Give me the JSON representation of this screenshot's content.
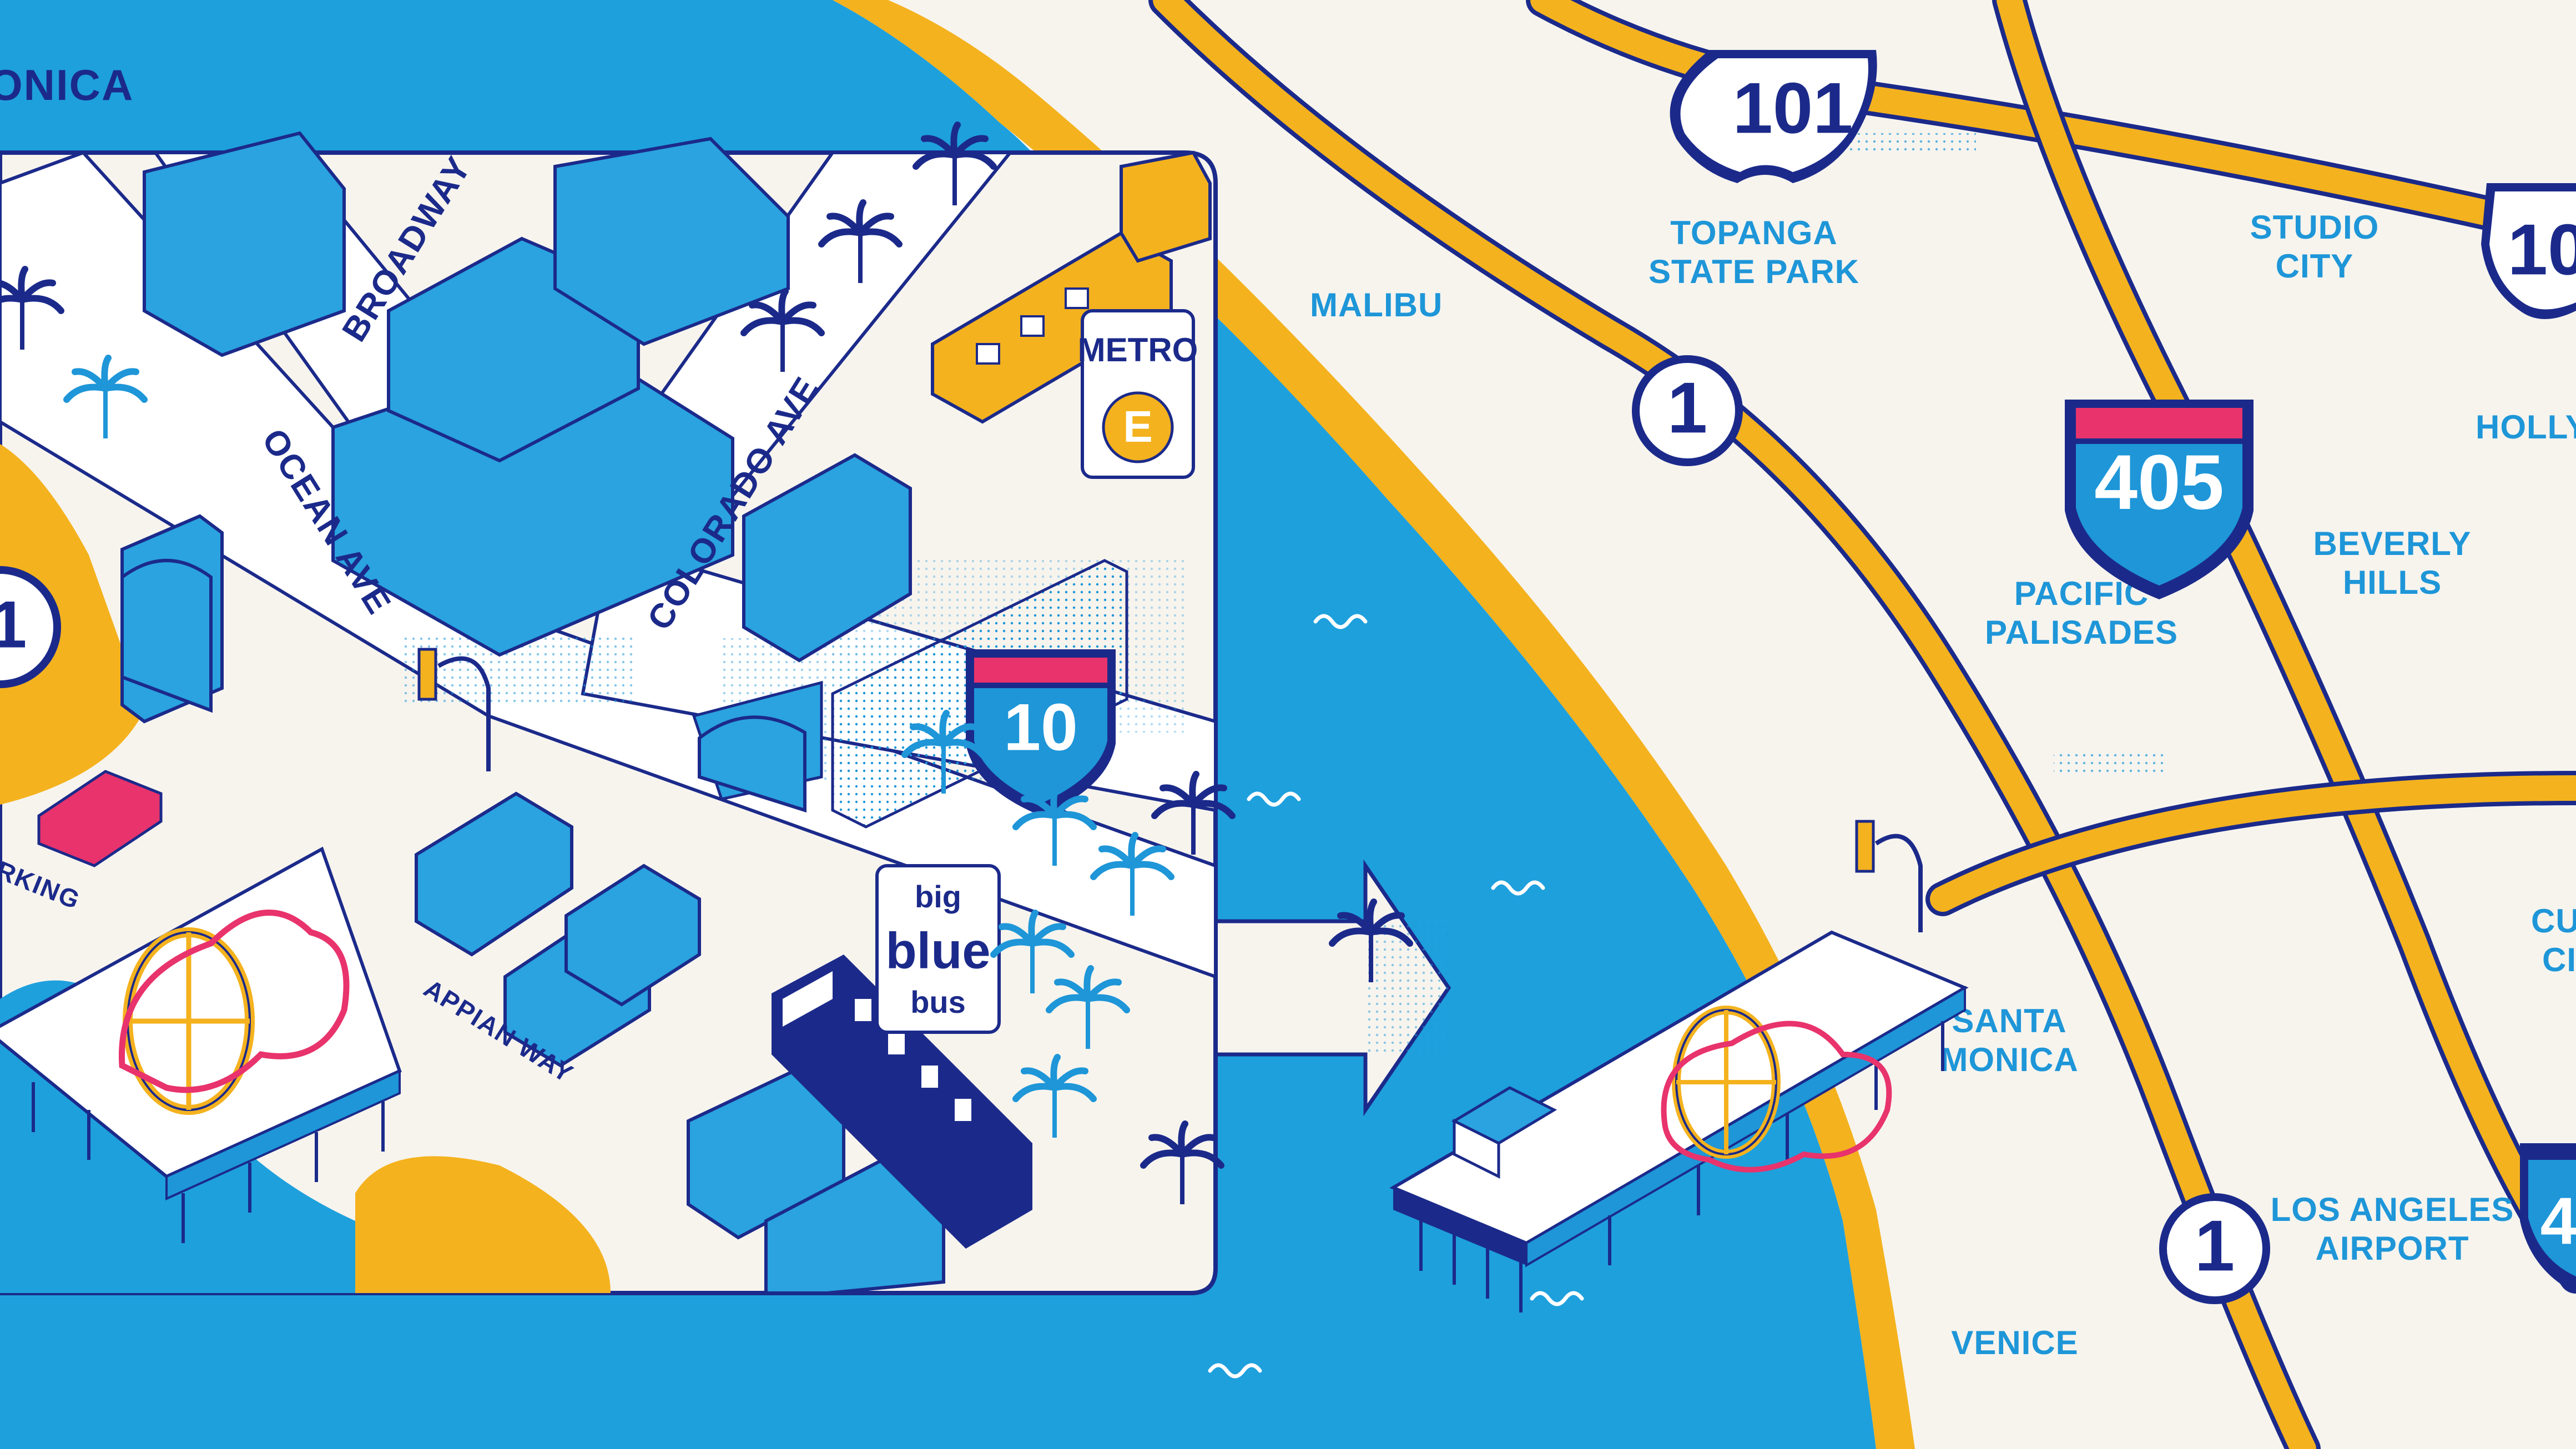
{
  "map": {
    "title_fragment": "ONICA",
    "colors": {
      "ocean": "#1ea0dd",
      "land": "#f7f4ee",
      "beach": "#f4b21e",
      "highway": "#f4b21e",
      "outline": "#1b2a8a",
      "building": "#2aa3e0",
      "accent_pink": "#e8336c",
      "label_blue": "#1e96d8"
    },
    "place_labels": {
      "malibu": "MALIBU",
      "topanga": [
        "TOPANGA",
        "STATE PARK"
      ],
      "studio_city": [
        "STUDIO",
        "CITY"
      ],
      "hollywood": "HOLLYW",
      "pacific_palisades": [
        "PACIFIC",
        "PALISADES"
      ],
      "beverly_hills": [
        "BEVERLY",
        "HILLS"
      ],
      "santa_monica": [
        "SANTA",
        "MONICA"
      ],
      "culver_city": [
        "CUL",
        "CI"
      ],
      "venice": "VENICE",
      "lax": [
        "LOS ANGELES",
        "AIRPORT"
      ]
    },
    "street_labels": {
      "broadway": "BROADWAY",
      "ocean_ave": "OCEAN AVE",
      "colorado_ave": "COLORADO AVE",
      "appian_way": "APPIAN WAY",
      "parking": "RKING"
    },
    "shields": {
      "us101": "101",
      "us101_right": "10",
      "i405": "405",
      "ca1_north": "1",
      "ca1_south": "1",
      "i10": "10",
      "ca1_inset": "1",
      "i405_right": "4"
    },
    "transit": {
      "metro_line": "METRO",
      "metro_letter": "E",
      "bus": [
        "big",
        "blue",
        "bus"
      ]
    },
    "icons": [
      "palm-tree-icon",
      "ferris-wheel-icon",
      "roller-coaster-icon",
      "wave-icon",
      "train-icon",
      "bus-icon",
      "car-icon",
      "arrow-right-icon"
    ]
  }
}
